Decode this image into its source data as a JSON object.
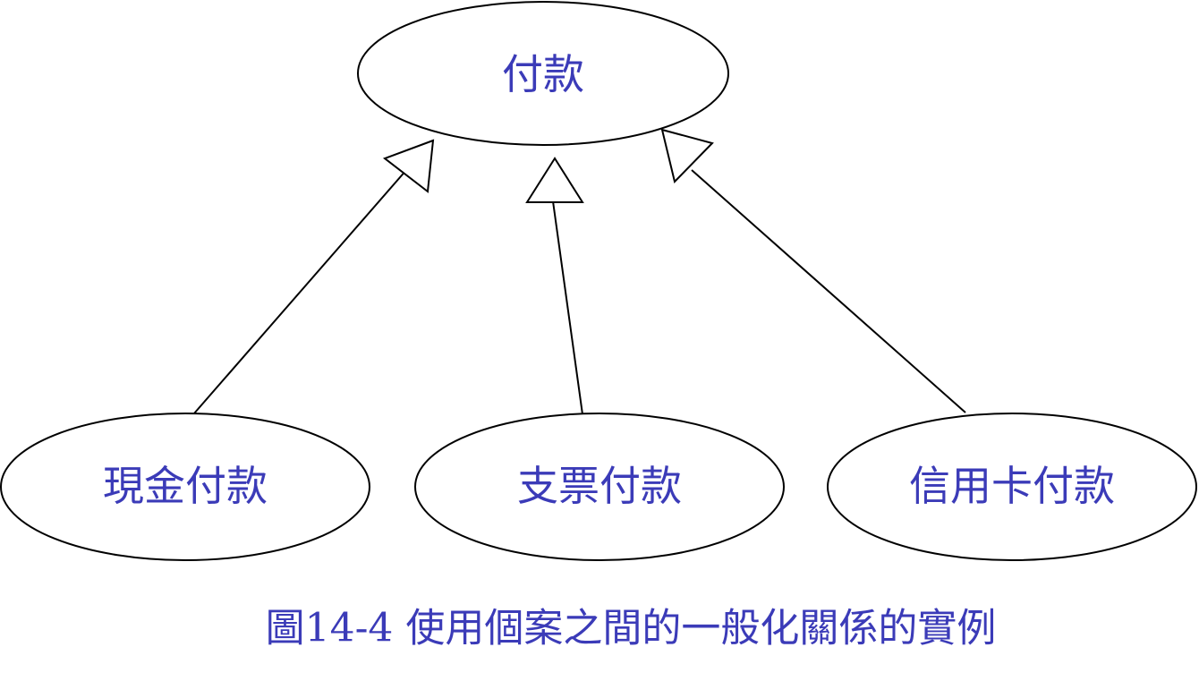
{
  "diagram": {
    "parent": {
      "label": "付款"
    },
    "children": [
      {
        "label": "現金付款"
      },
      {
        "label": "支票付款"
      },
      {
        "label": "信用卡付款"
      }
    ],
    "relationship": "generalization",
    "caption": "圖14-4 使用個案之間的一般化關係的實例"
  },
  "colors": {
    "text": "#3b3bb8",
    "stroke": "#000000",
    "background": "#ffffff"
  }
}
